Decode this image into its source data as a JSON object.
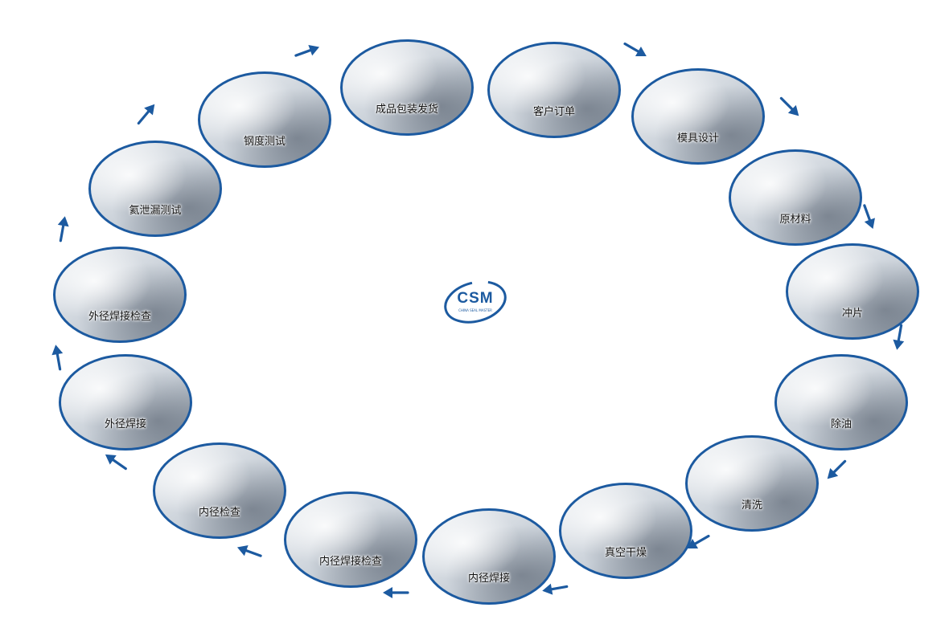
{
  "logo": {
    "text": "CSM",
    "subtext": "CHINA SEAL MASTER"
  },
  "colors": {
    "accent": "#1c5aa0"
  },
  "steps": [
    {
      "id": "order",
      "label": "客户订单"
    },
    {
      "id": "mold-design",
      "label": "模具设计"
    },
    {
      "id": "raw-material",
      "label": "原材料"
    },
    {
      "id": "punching",
      "label": "冲片"
    },
    {
      "id": "degreasing",
      "label": "除油"
    },
    {
      "id": "cleaning",
      "label": "清洗"
    },
    {
      "id": "vacuum-drying",
      "label": "真空干燥"
    },
    {
      "id": "inner-welding",
      "label": "内径焊接"
    },
    {
      "id": "inner-weld-inspection",
      "label": "内径焊接检查"
    },
    {
      "id": "inner-inspection",
      "label": "内径检查"
    },
    {
      "id": "outer-welding",
      "label": "外径焊接"
    },
    {
      "id": "outer-weld-inspection",
      "label": "外径焊接检查"
    },
    {
      "id": "helium-leak-test",
      "label": "氦泄漏测试"
    },
    {
      "id": "stiffness-test",
      "label": "钢度测试"
    },
    {
      "id": "packaging-shipping",
      "label": "成品包装发货"
    }
  ]
}
